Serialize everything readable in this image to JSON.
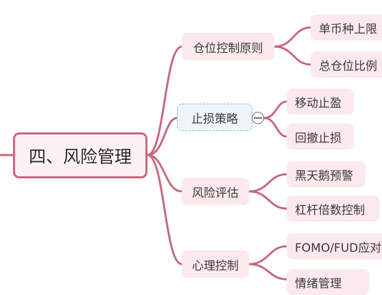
{
  "root": {
    "label": "四、风险管理"
  },
  "branches": [
    {
      "label": "仓位控制原则",
      "children": [
        "单币种上限",
        "总仓位比例"
      ]
    },
    {
      "label": "止损策略",
      "children": [
        "移动止盈",
        "回撤止损"
      ]
    },
    {
      "label": "风险评估",
      "children": [
        "黑天鹅预警",
        "杠杆倍数控制"
      ]
    },
    {
      "label": "心理控制",
      "children": [
        "FOMO/FUD应对",
        "情绪管理"
      ]
    }
  ],
  "colors": {
    "edge": "#c8687a",
    "node_fill": "#fbe9ec",
    "selected_border": "#86b8cf"
  }
}
